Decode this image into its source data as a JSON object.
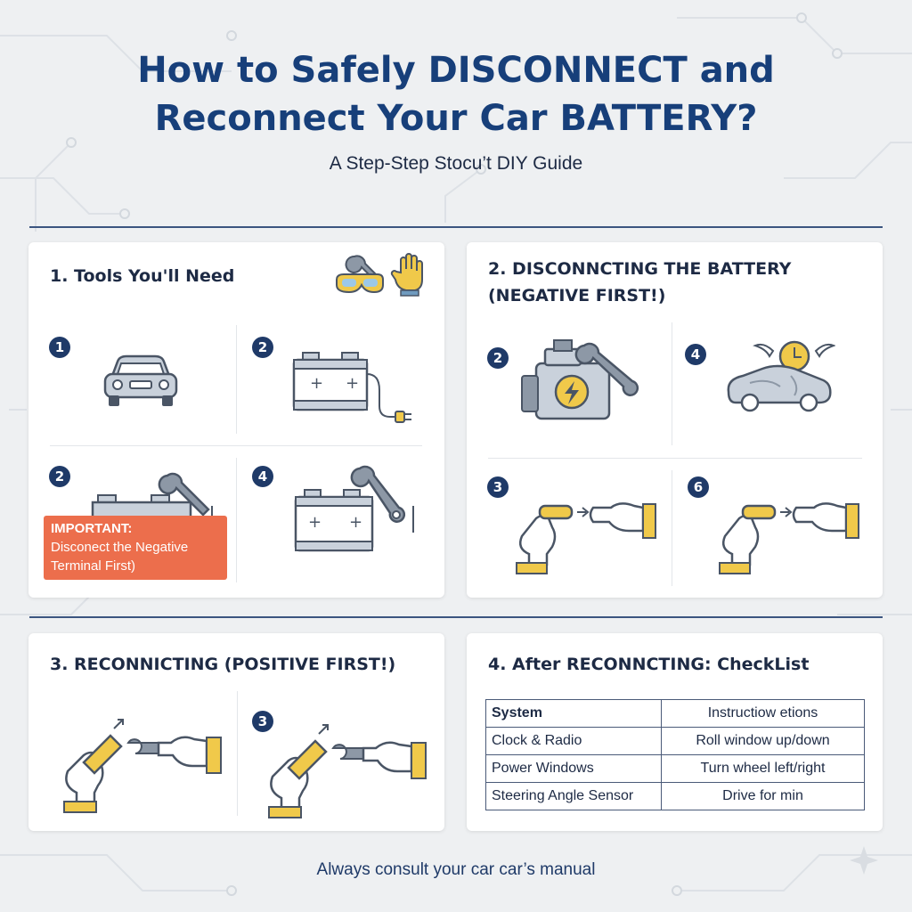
{
  "header": {
    "title_line1": "How to Safely DISCONNECT and",
    "title_line2": "Reconnect Your Car BATTERY?",
    "subtitle": "A Step-Step Stocu’t DIY Guide"
  },
  "colors": {
    "title_blue": "#173f7a",
    "badge_navy": "#1f3a68",
    "important_orange": "#ec6e4c",
    "accent_yellow": "#f0c94a",
    "icon_gray": "#5b6675"
  },
  "sections": {
    "tools": {
      "title": "1. Tools You'll Need",
      "header_icons": [
        "wrench-icon",
        "safety-goggles-icon",
        "glove-icon"
      ],
      "steps": [
        {
          "num": "1",
          "icon": "car-icon"
        },
        {
          "num": "2",
          "icon": "battery-with-cable-icon"
        },
        {
          "num": "2",
          "icon": "battery-wrench-icon"
        },
        {
          "num": "4",
          "icon": "battery-wrench-icon"
        }
      ],
      "important_head": "IMPORTANT:",
      "important_line1": "Disconect the Negative",
      "important_line2": "Terminal First)"
    },
    "disconnect": {
      "title_line1": "2. DISCONNCTING THE BATTERY",
      "title_line2": "(NEGATIVE FIRST!)",
      "steps": [
        {
          "num": "2",
          "icon": "engine-wrench-icon"
        },
        {
          "num": "4",
          "icon": "covered-car-clock-icon"
        },
        {
          "num": "3",
          "icon": "hands-terminal-icon"
        },
        {
          "num": "6",
          "icon": "hands-terminal-icon"
        }
      ]
    },
    "reconnect": {
      "title": "3. RECONNICTING (POSITIVE FIRST!)",
      "steps": [
        {
          "num": "",
          "icon": "hands-wrench-icon"
        },
        {
          "num": "3",
          "icon": "hands-wrench-icon"
        }
      ]
    },
    "checklist": {
      "title": "4. After RECONNCTING: CheckList",
      "headers": [
        "System",
        "Instructiow etions"
      ],
      "rows": [
        [
          "Clock & Radio",
          "Roll window up/down"
        ],
        [
          "Power Windows",
          "Turn wheel left/right"
        ],
        [
          "Steering Angle Sensor",
          "Drive for min"
        ]
      ]
    }
  },
  "footer": "Always consult your car car’s manual"
}
